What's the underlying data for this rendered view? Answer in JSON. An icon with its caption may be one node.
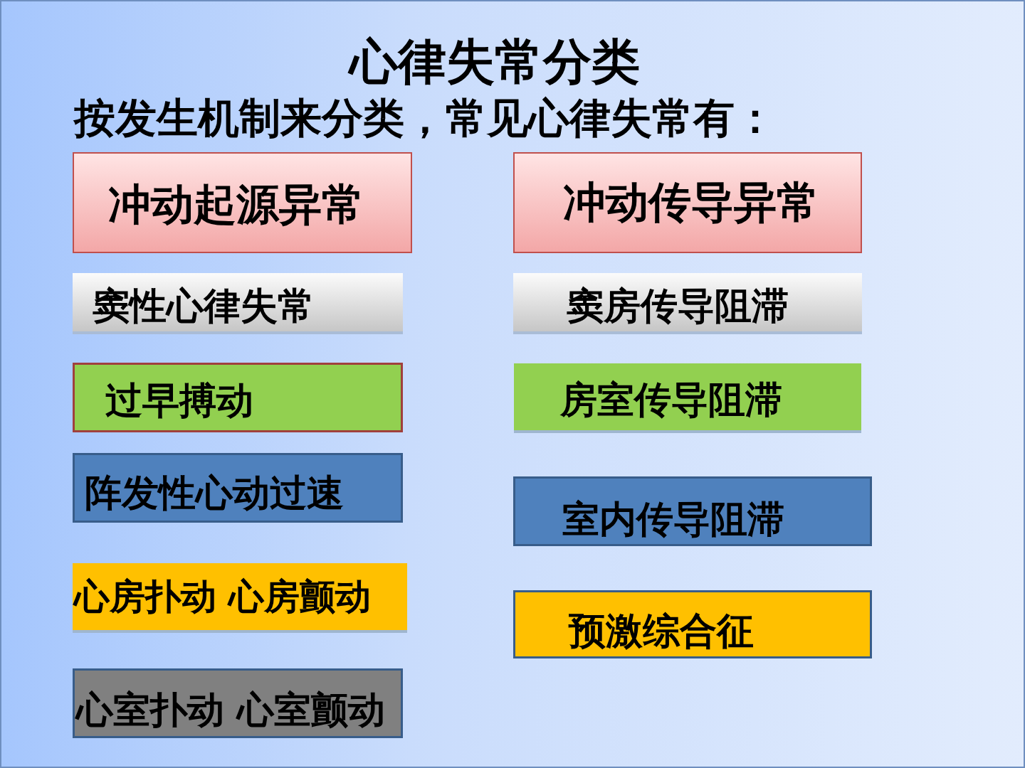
{
  "diagram": {
    "title": "心律失常分类",
    "nodes": [
      {
        "text": [
          "冲动起源异常"
        ]
      },
      {
        "text": [
          "冲动传导异常"
        ]
      },
      {
        "text": [
          "窦性心律失常"
        ]
      },
      {
        "text": [
          "窦房传导阻滞"
        ]
      },
      {
        "text": [
          "过早搏动"
        ]
      },
      {
        "text": [
          "房室传导阻滞"
        ]
      },
      {
        "text": [
          "阵发性心动过速"
        ]
      },
      {
        "text": [
          "室内传导阻滞"
        ]
      },
      {
        "text": [
          "心房扑动 心房颤动"
        ]
      },
      {
        "text": [
          "预激综合征"
        ]
      },
      {
        "text": [
          "心室扑动 心室颤动"
        ]
      }
    ],
    "labels": [
      "按发生机制来分类，常见心律失常有："
    ]
  }
}
